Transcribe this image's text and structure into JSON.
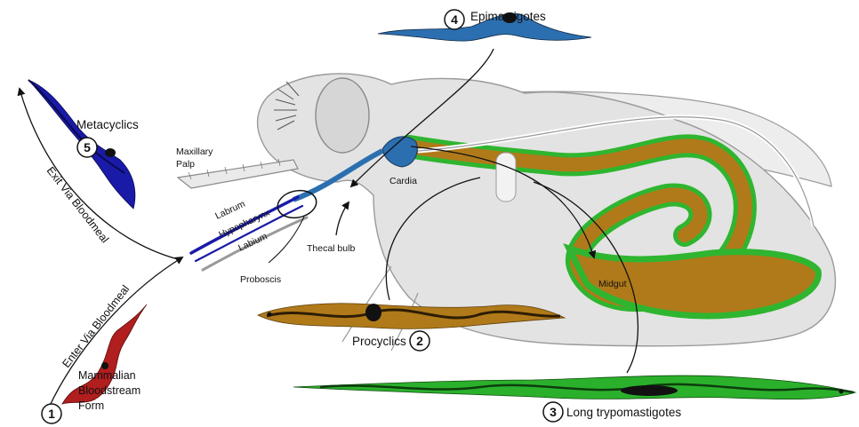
{
  "diagram": {
    "structure_labels": {
      "maxillary_palp": [
        "Maxillary",
        "Palp"
      ],
      "labrum": "Labrum",
      "hypopharynx": "Hypopharynx",
      "labium": "Labium",
      "proboscis": "Proboscis",
      "thecal_bulb": "Thecal bulb",
      "cardia": "Cardia",
      "midgut": "Midgut"
    },
    "route_labels": {
      "enter": "Enter Via Bloodmeal",
      "exit": "Exit Via Bloodmeal"
    },
    "stages": [
      {
        "number": "1",
        "name_lines": [
          "Mammalian",
          "Bloodstream",
          "Form"
        ],
        "color": "#b01e1e"
      },
      {
        "number": "2",
        "name_lines": [
          "Procyclics"
        ],
        "color": "#b07a1a"
      },
      {
        "number": "3",
        "name_lines": [
          "Long trypomastigotes"
        ],
        "color": "#2bb02b"
      },
      {
        "number": "4",
        "name_lines": [
          "Epimastigotes"
        ],
        "color": "#2c6fb0"
      },
      {
        "number": "5",
        "name_lines": [
          "Metacyclics"
        ],
        "color": "#1a1aa8"
      }
    ],
    "colors": {
      "fly_body": "#e3e3e3",
      "fly_outline": "#9a9a9a",
      "gut_wall": "#2fb52f",
      "gut_content": "#b07a1a",
      "foregut": "#2c6fb0",
      "mouthpart": "#1a1aa8"
    }
  }
}
